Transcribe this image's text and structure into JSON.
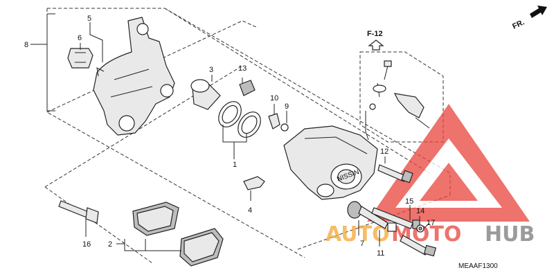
{
  "callouts": [
    "1",
    "2",
    "3",
    "4",
    "5",
    "6",
    "7",
    "8",
    "9",
    "10",
    "11",
    "12",
    "13",
    "14",
    "15",
    "16",
    "17"
  ],
  "ref_block": "F-12",
  "direction": "FR.",
  "caliper_marking": "NISSIN",
  "drawing_code": "MEAAF1300",
  "watermark": {
    "left": "AUTO",
    "mid": "MOTO",
    "right": "HUB"
  },
  "colors": {
    "watermark_red": "#e8453c",
    "watermark_orange": "#f2a735",
    "watermark_gray": "#7a7a7a",
    "ink": "#222222"
  }
}
